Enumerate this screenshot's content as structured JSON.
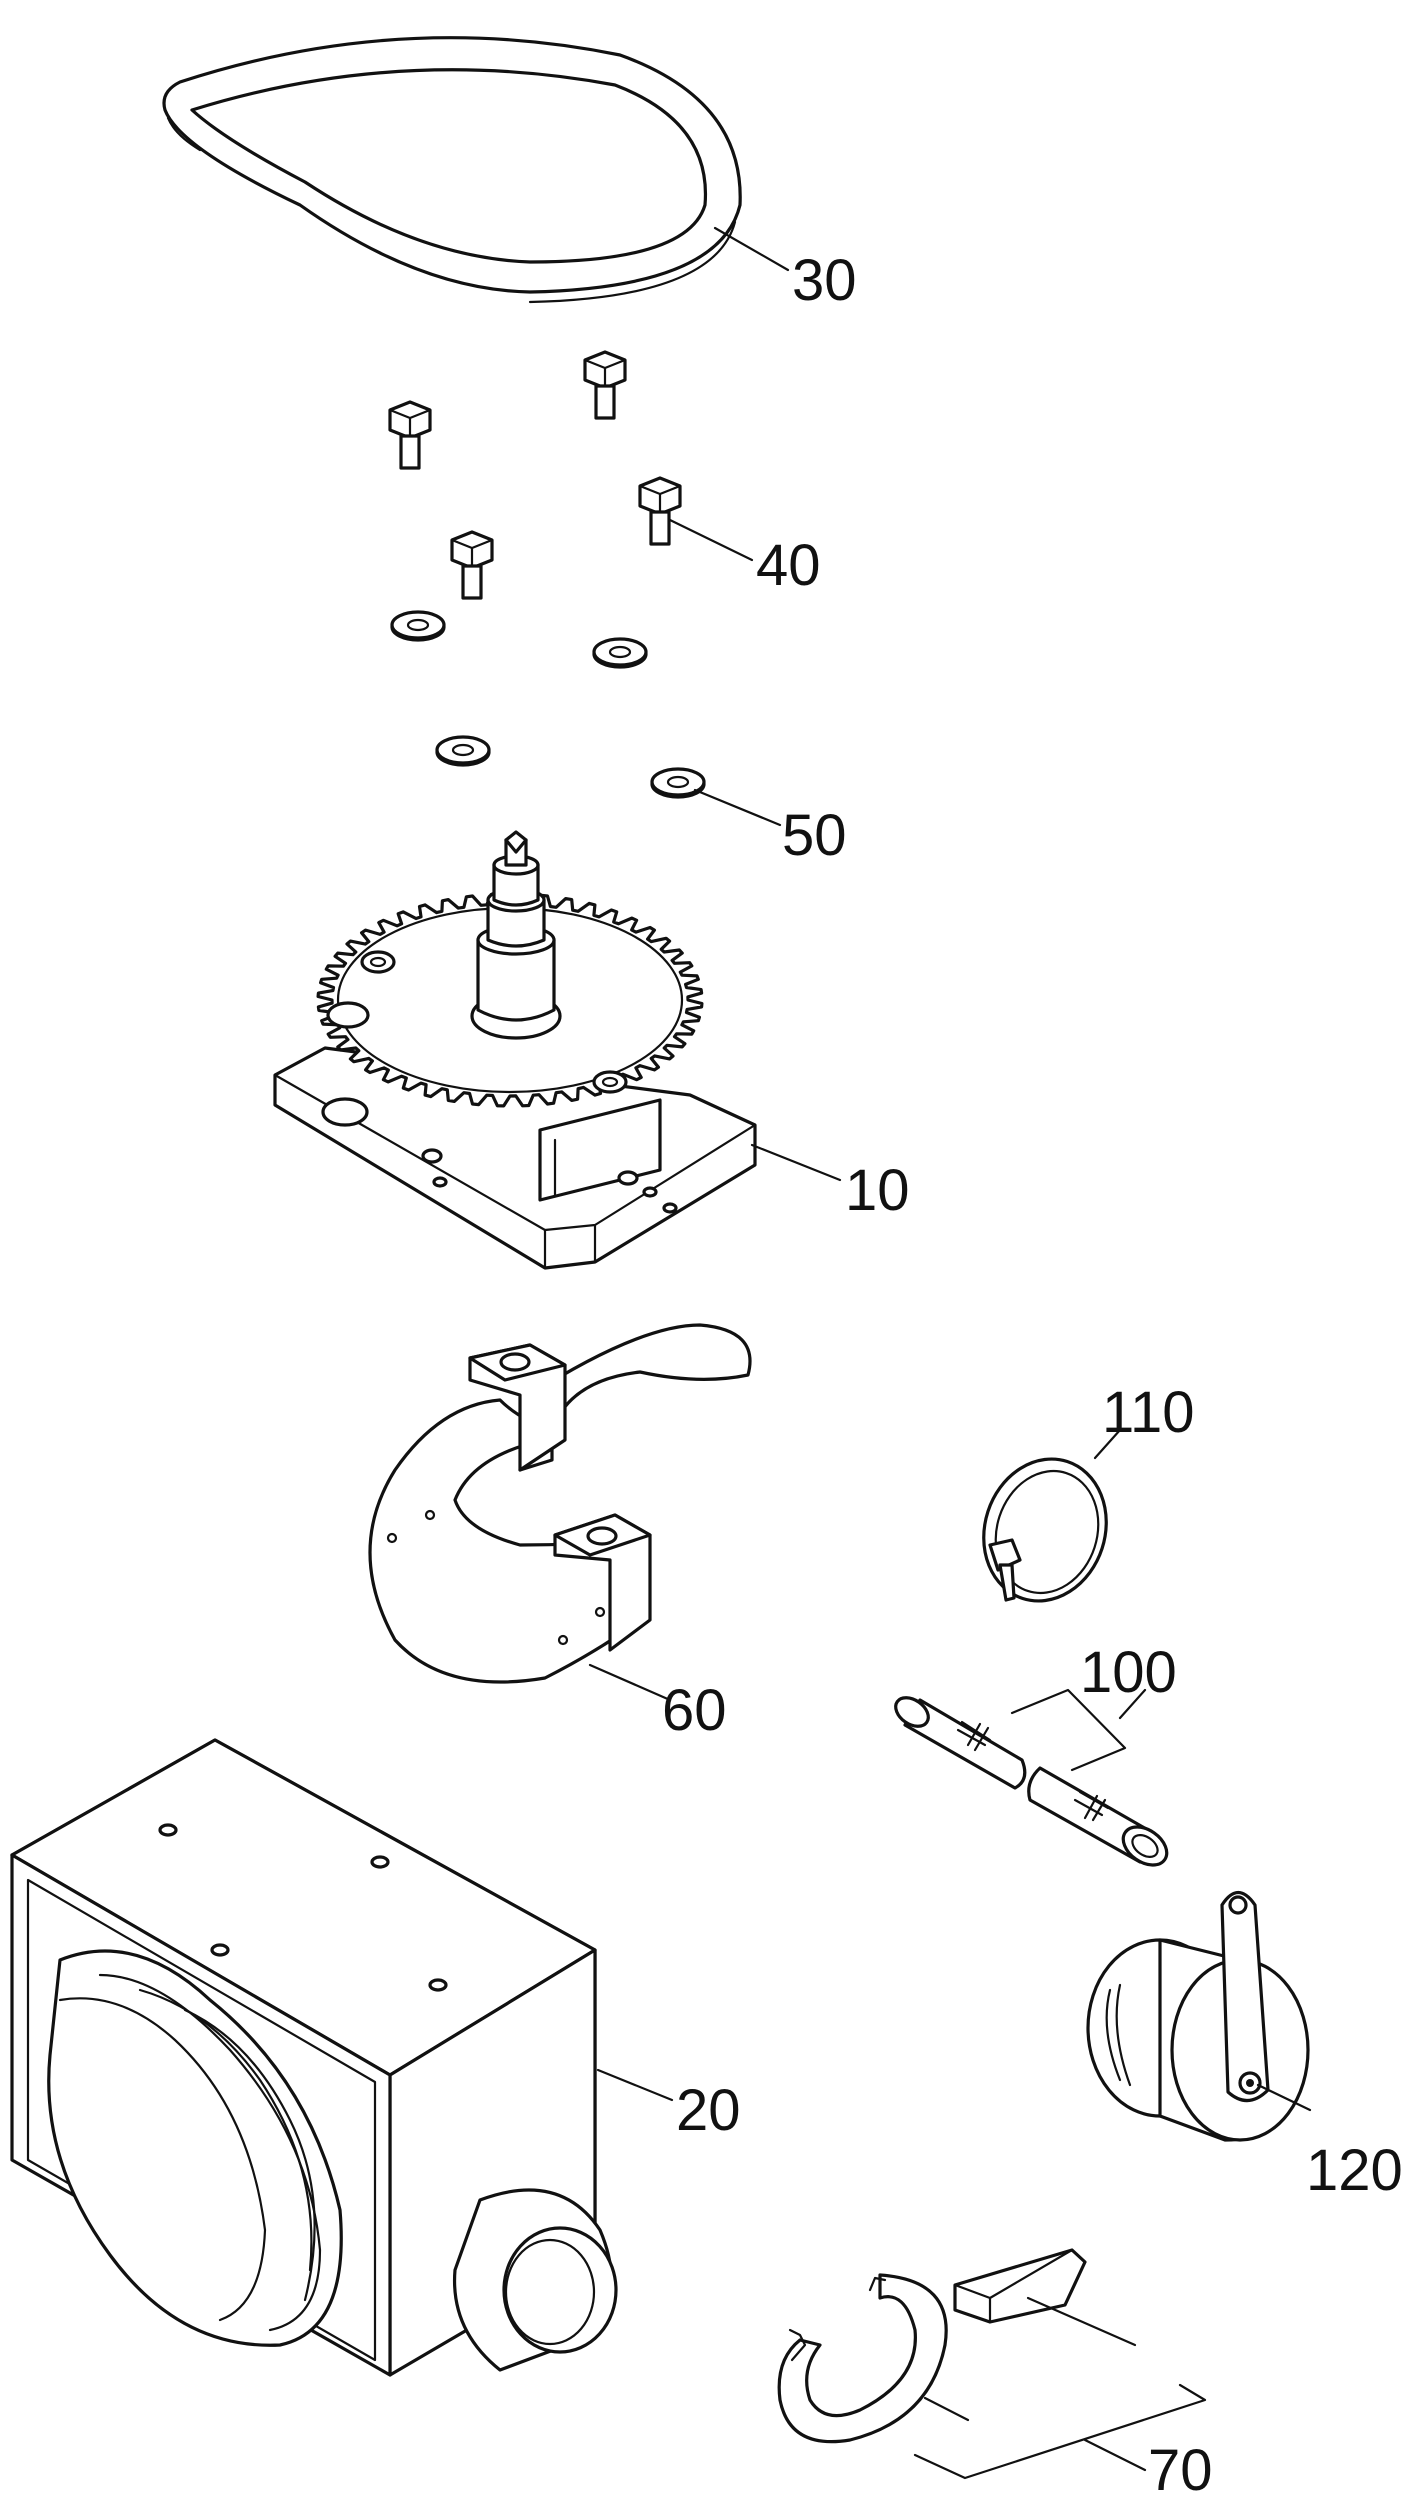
{
  "callouts": {
    "c10": "10",
    "c20": "20",
    "c30": "30",
    "c40": "40",
    "c50": "50",
    "c60": "60",
    "c70": "70",
    "c100": "100",
    "c110": "110",
    "c120": "120"
  }
}
